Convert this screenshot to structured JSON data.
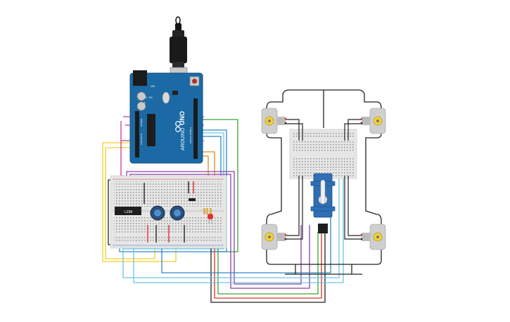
{
  "board": {
    "brand": "ARDUINO",
    "model": "UNO",
    "on_label": "ON",
    "tx_label": "TX",
    "rx_label": "RX",
    "l_label": "L",
    "analog_in_label": "ANALOG IN",
    "power_label": "POWER",
    "digital_label": "DIGITAL (PWM~)"
  },
  "ic": {
    "label": "L298"
  },
  "colors": {
    "board_blue": "#1b6aa5",
    "breadboard": "#e6e6e6",
    "wire_red": "#e0302a",
    "wire_black": "#222222",
    "wire_yellow": "#f2d024",
    "wire_purple": "#8a3fa8",
    "wire_blue": "#2f86c9",
    "wire_light_blue": "#6ec3e6",
    "wire_green": "#3aa53a",
    "wire_orange": "#e58a1f",
    "wire_magenta": "#c23a93",
    "motor_gear": "#f3d23a"
  },
  "icons": {
    "usb": "usb-connector-icon",
    "servo": "servo-motor-icon",
    "motor": "dc-motor-icon",
    "pot": "potentiometer-icon",
    "led": "led-icon"
  }
}
